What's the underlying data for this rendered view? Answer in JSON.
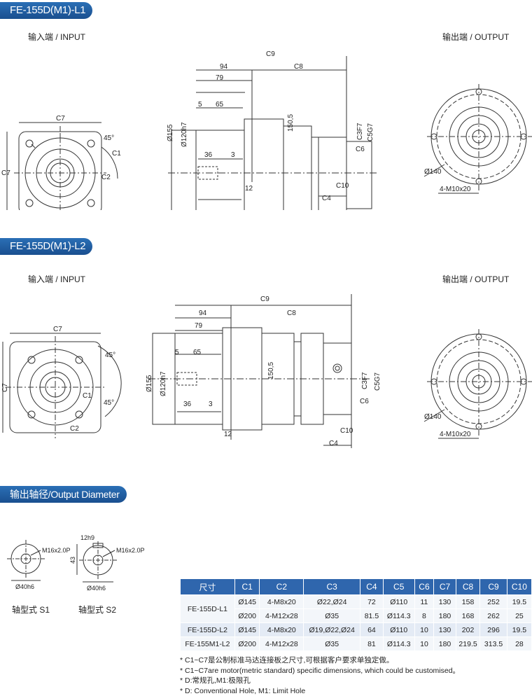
{
  "sections": [
    {
      "title": "FE-155D(M1)-L1",
      "input_label": "输入端 / INPUT",
      "output_label": "输出端 / OUTPUT"
    },
    {
      "title": "FE-155D(M1)-L2",
      "input_label": "输入端 / INPUT",
      "output_label": "输出端 / OUTPUT"
    }
  ],
  "output_section": {
    "title": "输出轴径/Output Diameter"
  },
  "dims": {
    "c1": "C1",
    "c2": "C2",
    "c3": "C3",
    "c4": "C4",
    "c5": "C5",
    "c6": "C6",
    "c7": "C7",
    "c8": "C8",
    "c9": "C9",
    "c10": "C10",
    "d94": "94",
    "d79": "79",
    "d65": "65",
    "d5": "5",
    "d36": "36",
    "d3": "3",
    "d12": "12",
    "d155": "Ø155",
    "d120": "Ø120h7",
    "d150": "150,5",
    "c3sub": "C3F7",
    "c5sub": "C5G7",
    "ang45": "45°",
    "d140": "Ø140",
    "m10": "4-M10x20"
  },
  "shafts": [
    {
      "name": "轴型式 S1",
      "thread": "M16x2.0P",
      "dia": "Ø40h6"
    },
    {
      "name": "轴型式 S2",
      "thread": "M16x2.0P",
      "dia": "Ø40h6",
      "key": "12h9",
      "height": "43"
    }
  ],
  "table": {
    "headers": [
      "尺寸",
      "C1",
      "C2",
      "C3",
      "C4",
      "C5",
      "C6",
      "C7",
      "C8",
      "C9",
      "C10"
    ],
    "groups": [
      {
        "model": "FE-155D-L1",
        "rows": [
          [
            "Ø145",
            "4-M8x20",
            "Ø22,Ø24",
            "72",
            "Ø110",
            "11",
            "130",
            "158",
            "252",
            "19.5"
          ],
          [
            "Ø200",
            "4-M12x28",
            "Ø35",
            "81.5",
            "Ø114.3",
            "8",
            "180",
            "168",
            "262",
            "25"
          ]
        ]
      },
      {
        "model": "FE-155D-L2",
        "rows": [
          [
            "Ø145",
            "4-M8x20",
            "Ø19,Ø22,Ø24",
            "64",
            "Ø110",
            "10",
            "130",
            "202",
            "296",
            "19.5"
          ]
        ]
      },
      {
        "model": "FE-155M1-L2",
        "rows": [
          [
            "Ø200",
            "4-M12x28",
            "Ø35",
            "81",
            "Ø114.3",
            "10",
            "180",
            "219.5",
            "313.5",
            "28"
          ]
        ]
      }
    ]
  },
  "notes": [
    "* C1~C7是公制标准马达连接板之尺寸,可根据客户要求单独定做。",
    "* C1~C7are motor(metric standard)  specific dimensions, which could be customised。",
    "* D:常规孔,M1:极限孔",
    "* D: Conventional Hole, M1: Limit Hole"
  ]
}
